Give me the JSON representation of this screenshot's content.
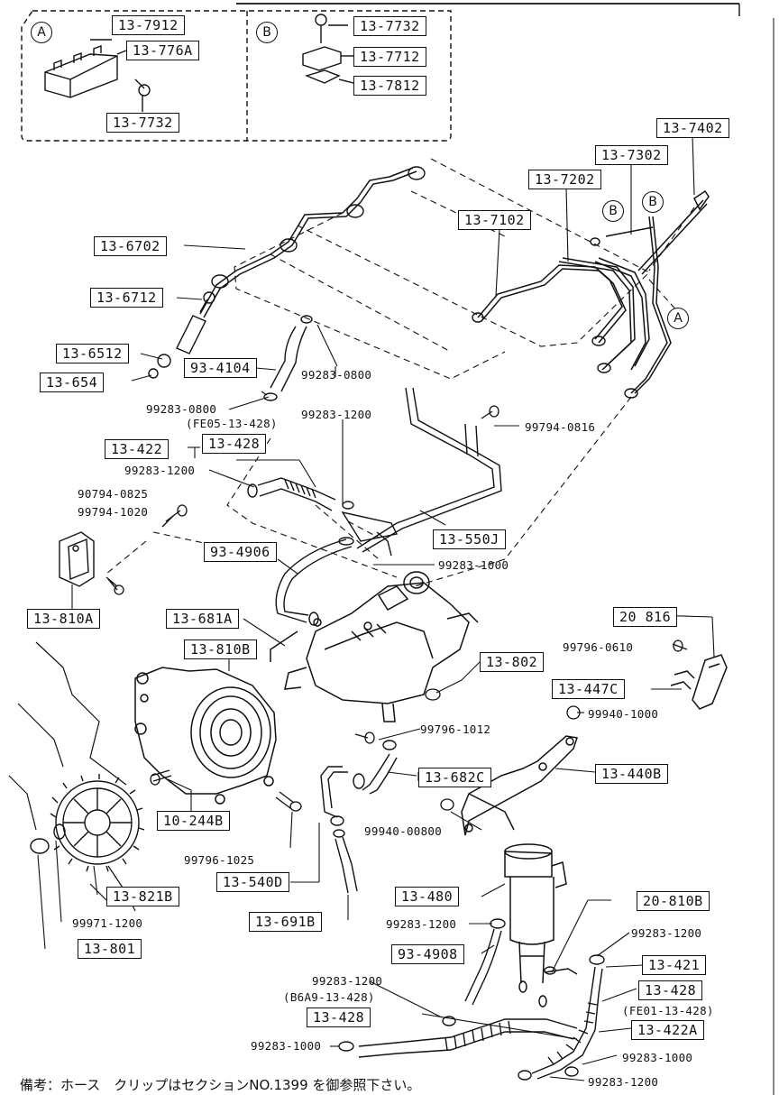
{
  "inset": {
    "a_marker": "A",
    "b_marker": "B",
    "a_parts": [
      "13-7912",
      "13-776A",
      "13-7732"
    ],
    "b_parts": [
      "13-7732",
      "13-7712",
      "13-7812"
    ]
  },
  "callouts": {
    "c_13_7402": "13-7402",
    "c_13_7302": "13-7302",
    "c_13_7202": "13-7202",
    "c_13_7102": "13-7102",
    "c_13_6702": "13-6702",
    "c_13_6712": "13-6712",
    "c_13_6512": "13-6512",
    "c_13_654": "13-654",
    "c_93_4104": "93-4104",
    "c_13_422": "13-422",
    "c_13_428_top": "13-428",
    "c_13_550J": "13-550J",
    "c_93_4906": "93-4906",
    "c_13_810A": "13-810A",
    "c_13_681A": "13-681A",
    "c_13_810B": "13-810B",
    "c_13_802": "13-802",
    "c_20_816": "20 816",
    "c_13_447C": "13-447C",
    "c_13_682C": "13-682C",
    "c_13_440B": "13-440B",
    "c_10_244B": "10-244B",
    "c_13_540D": "13-540D",
    "c_13_821B": "13-821B",
    "c_13_691B": "13-691B",
    "c_13_801": "13-801",
    "c_13_480": "13-480",
    "c_93_4908": "93-4908",
    "c_20_810B": "20-810B",
    "c_13_421": "13-421",
    "c_13_428_right": "13-428",
    "c_13_422A": "13-422A",
    "c_13_428_bottom": "13-428"
  },
  "labels": {
    "l_99283_0800_a": "99283-0800",
    "l_99283_0800_b": "99283-0800",
    "l_fe05": "(FE05-13-428)",
    "l_99283_1200_a": "99283-1200",
    "l_99794_0816": "99794-0816",
    "l_99283_1200_b": "99283-1200",
    "l_90794_0825": "90794-0825",
    "l_99794_1020": "99794-1020",
    "l_99283_1000_a": "99283-1000",
    "l_99796_0610": "99796-0610",
    "l_99940_1000": "99940-1000",
    "l_99796_1012": "99796-1012",
    "l_99940_00800": "99940-00800",
    "l_99796_1025": "99796-1025",
    "l_99971_1200": "99971-1200",
    "l_99283_1200_c": "99283-1200",
    "l_99283_1200_d": "99283-1200",
    "l_99283_1200_e": "99283-1200",
    "l_b6a9": "(B6A9-13-428)",
    "l_fe01": "(FE01-13-428)",
    "l_99283_1000_b": "99283-1000",
    "l_99283_1000_c": "99283-1000",
    "l_99283_1200_f": "99283-1200"
  },
  "markers": {
    "b1": "B",
    "b2": "B",
    "a1": "A"
  },
  "footnote": "備考：ホース　クリップはセクションNO.1399 を御参照下さい。"
}
